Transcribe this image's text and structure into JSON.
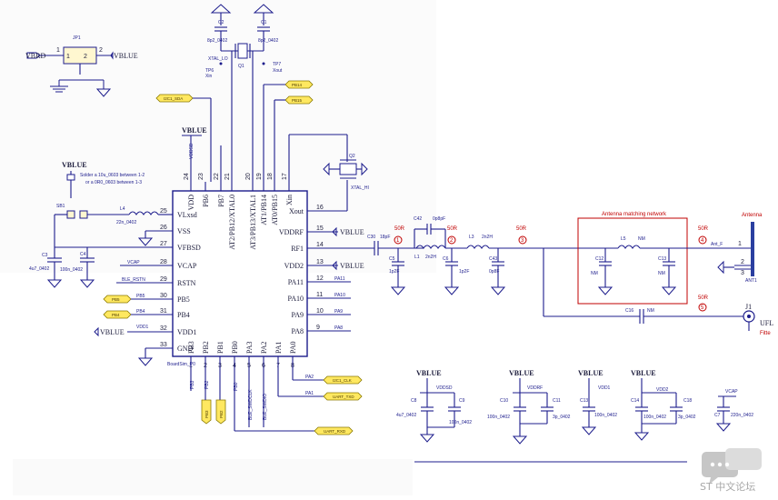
{
  "jumper": {
    "ref": "JP1",
    "pin1": "1",
    "pin2": "2",
    "body": "2",
    "left_net": "VBRD",
    "right_net": "VBLUE"
  },
  "crystal": {
    "c2_ref": "C2",
    "c1_ref": "C1",
    "c2_val": "8p2_0402",
    "c1_val": "8p2_0402",
    "xtal_lo": "XTAL_LO",
    "q1": "Q1",
    "tp6": "TP6",
    "tp7": "TP7",
    "xin": "Xin",
    "xout": "Xout"
  },
  "q2": {
    "ref": "Q2",
    "label": "XTAL_HI"
  },
  "solder_note": {
    "line1": "Solder a 10u_0603 between 1-2",
    "line2": "or a 0R0_0603 between 1-3"
  },
  "chip": {
    "left_pins": [
      {
        "num": "25",
        "name": "VLxsd"
      },
      {
        "num": "26",
        "name": "VSS"
      },
      {
        "num": "27",
        "name": "VFBSD"
      },
      {
        "num": "28",
        "name": "VCAP"
      },
      {
        "num": "29",
        "name": "RSTN"
      },
      {
        "num": "30",
        "name": "PB5"
      },
      {
        "num": "31",
        "name": "PB4"
      },
      {
        "num": "32",
        "name": "VDD1"
      },
      {
        "num": "33",
        "name": "GND"
      }
    ],
    "right_pins": [
      {
        "num": "16",
        "name": "Xout"
      },
      {
        "num": "15",
        "name": "VDDRF"
      },
      {
        "num": "14",
        "name": "RF1"
      },
      {
        "num": "13",
        "name": "VDD2"
      },
      {
        "num": "12",
        "name": "PA11"
      },
      {
        "num": "11",
        "name": "PA10"
      },
      {
        "num": "10",
        "name": "PA9"
      },
      {
        "num": "9",
        "name": "PA8"
      }
    ],
    "top_pins": [
      {
        "num": "24",
        "name": "VDD"
      },
      {
        "num": "23",
        "name": "PB6"
      },
      {
        "num": "22",
        "name": "PB7"
      },
      {
        "num": "21",
        "name": "AT2/PB12/XTAL0"
      },
      {
        "num": "20",
        "name": "AT3/PB13/XTAL1"
      },
      {
        "num": "19",
        "name": "AT1/PB14"
      },
      {
        "num": "18",
        "name": "AT0/PB15"
      },
      {
        "num": "17",
        "name": "Xin"
      }
    ],
    "bottom_pins": [
      {
        "num": "1",
        "name": "PB3"
      },
      {
        "num": "2",
        "name": "PB2"
      },
      {
        "num": "3",
        "name": "PB1"
      },
      {
        "num": "4",
        "name": "PB0"
      },
      {
        "num": "5",
        "name": "PA3"
      },
      {
        "num": "6",
        "name": "PA2"
      },
      {
        "num": "7",
        "name": "PA1"
      },
      {
        "num": "8",
        "name": "PA0"
      }
    ]
  },
  "nets": {
    "vblue": "VBLUE",
    "vdd1": "VDD1",
    "vcap": "VCAP",
    "rstn": "BLE_RSTN",
    "vddsd": "VDDSD",
    "vddrf": "VDDRF",
    "pa11": "PA11",
    "pa10": "PA10",
    "pa9": "PA9",
    "pa8": "PA8",
    "pb5": "PB5",
    "pb4": "PB4",
    "pa2": "PA2",
    "pa1": "PA1",
    "pa0": "PA0"
  },
  "ports": {
    "i2c_sda": "I2C1_SDA",
    "pb14": "PB14",
    "pb15": "PB15",
    "pb5": "PB5",
    "pb4": "PB4",
    "i2c_clk": "I2C1_CLK",
    "uart_txd": "UART_TXD",
    "uart_rxd": "UART_RXD",
    "pb3": "PB3",
    "pb2": "PB2"
  },
  "left_parts": {
    "sb1": "SB1",
    "l4": "L4",
    "l4_val": "22n_0402",
    "c3": "C3",
    "c3_val": "4u7_0402",
    "c4": "C4",
    "c4_val": "100n_0402",
    "bsbl": "BoardSim_P0",
    "ble_swd_clk": "BLE_SWDCLK",
    "ble_swd_io": "BLE_SWDIO"
  },
  "rf": {
    "c30": "C30",
    "c30_val": "18pF",
    "c42": "C42",
    "c42_val": "0p8pF",
    "l1": "L1",
    "l1_val": "2n2H",
    "l3": "L3",
    "l3_val": "2n2H",
    "c5": "C5",
    "c5_val": "1p2F",
    "c6": "C6",
    "c6_val": "1p2F",
    "c43": "C43",
    "c43_val": "0p8F",
    "z50_1": "50R",
    "z50_2": "50R",
    "z50_3": "50R",
    "z50_4": "50R",
    "z50_5": "50R",
    "tp1": "1",
    "tp2": "2",
    "tp3": "3",
    "tp4": "4",
    "tp5": "5",
    "match_title": "Antenna matching network",
    "c12": "C12",
    "c12_val": "NM",
    "l5": "L5",
    "l5_val": "NM",
    "c13": "C13",
    "c13_val": "NM",
    "c16": "C16",
    "c16_val": "NM",
    "ant_title": "Antenna",
    "ant_f": "Ant_F",
    "ant_ref": "ANT1",
    "ant_pin1": "1",
    "ant_pin2": "2",
    "ant_pin3": "3",
    "j1": "J1",
    "ufl": "UFL",
    "fitted": "Fitte"
  },
  "decoupling": {
    "g1_net": "VBLUE",
    "g1_sub": "VDDSD",
    "g1_c1": "C8",
    "g1_c1v": "4u7_0402",
    "g1_c2": "C9",
    "g1_c2v": "100n_0402",
    "g2_net": "VBLUE",
    "g2_sub": "VDDRF",
    "g2_c1": "C10",
    "g2_c1v": "100n_0402",
    "g2_c2": "C11",
    "g2_c2v": "3p_0402",
    "g3_net": "VBLUE",
    "g3_sub": "VDD1",
    "g3_c1": "C13",
    "g3_c1v": "100n_0402",
    "g4_net": "VBLUE",
    "g4_sub": "VDD2",
    "g4_c1": "C14",
    "g4_c1v": "100n_0402",
    "g4_c2": "C18",
    "g4_c2v": "3p_0402",
    "g5_net": "VCAP",
    "g5_c1": "C7",
    "g5_c1v": "220n_0402"
  },
  "watermark": {
    "text": "ST 中文论坛",
    "icon": "chat-bubble-icon"
  },
  "colors": {
    "wire": "#1c1c8c",
    "match_box": "#c00000",
    "port": "#ffe860",
    "watermark": "#cfcfcf"
  }
}
